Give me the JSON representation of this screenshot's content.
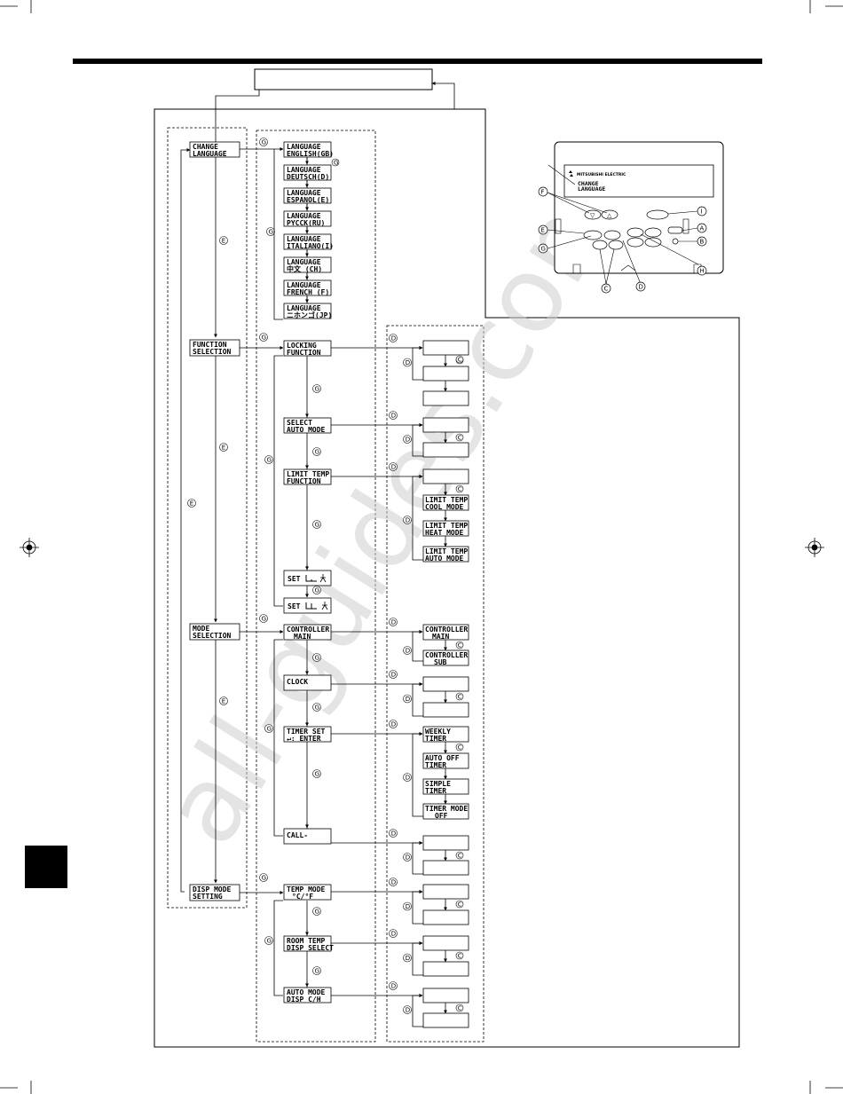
{
  "watermark": "all-guides.com",
  "remote": {
    "brand": "MITSUBISHI ELECTRIC",
    "screen_line1": "CHANGE",
    "screen_line2": "LANGUAGE"
  },
  "callouts": {
    "A": "A",
    "B": "B",
    "C": "C",
    "D": "D",
    "E": "E",
    "F": "F",
    "G": "G",
    "H": "H",
    "I": "I"
  },
  "menus": [
    {
      "l1": "CHANGE",
      "l2": "LANGUAGE"
    },
    {
      "l1": "FUNCTION",
      "l2": "SELECTION"
    },
    {
      "l1": "MODE",
      "l2": "SELECTION"
    },
    {
      "l1": "DISP MODE",
      "l2": "SETTING"
    }
  ],
  "languages": [
    {
      "l1": "LANGUAGE",
      "l2": "ENGLISH(GB)"
    },
    {
      "l1": "LANGUAGE",
      "l2": "DEUTSCH(D)"
    },
    {
      "l1": "LANGUAGE",
      "l2": "ESPANOL(E)"
    },
    {
      "l1": "LANGUAGE",
      "l2": "PYCCK(RU)"
    },
    {
      "l1": "LANGUAGE",
      "l2": "ITALIANO(I)"
    },
    {
      "l1": "LANGUAGE",
      "l2": "中文 (CH)"
    },
    {
      "l1": "LANGUAGE",
      "l2": "FRENCH (F)"
    },
    {
      "l1": "LANGUAGE",
      "l2": "ニホンゴ(JP)"
    }
  ],
  "functions": [
    {
      "l1": "LOCKING",
      "l2": "FUNCTION"
    },
    {
      "l1": "SELECT",
      "l2": "AUTO MODE"
    },
    {
      "l1": "LIMIT TEMP",
      "l2": "FUNCTION"
    },
    {
      "l1": "SET",
      "l2": ""
    },
    {
      "l1": "SET",
      "l2": ""
    }
  ],
  "modes": [
    {
      "l1": "CONTROLLER",
      "l2": "MAIN"
    },
    {
      "l1": "CLOCK",
      "l2": ""
    },
    {
      "l1": "TIMER SET",
      "l2": "↵: ENTER"
    },
    {
      "l1": "CALL-",
      "l2": ""
    }
  ],
  "disps": [
    {
      "l1": "TEMP MODE",
      "l2": "°C/°F"
    },
    {
      "l1": "ROOM TEMP",
      "l2": "DISP SELECT"
    },
    {
      "l1": "AUTO MODE",
      "l2": "DISP C/H"
    }
  ],
  "limit_modes": [
    {
      "l1": "LIMIT TEMP",
      "l2": "COOL MODE"
    },
    {
      "l1": "LIMIT TEMP",
      "l2": "HEAT MODE"
    },
    {
      "l1": "LIMIT TEMP",
      "l2": "AUTO MODE"
    }
  ],
  "controller_modes": [
    {
      "l1": "CONTROLLER",
      "l2": "MAIN"
    },
    {
      "l1": "CONTROLLER",
      "l2": "SUB"
    }
  ],
  "timer_modes": [
    {
      "l1": "WEEKLY",
      "l2": "TIMER"
    },
    {
      "l1": "AUTO OFF",
      "l2": "TIMER"
    },
    {
      "l1": "SIMPLE",
      "l2": "TIMER"
    },
    {
      "l1": "TIMER MODE",
      "l2": "OFF"
    }
  ]
}
